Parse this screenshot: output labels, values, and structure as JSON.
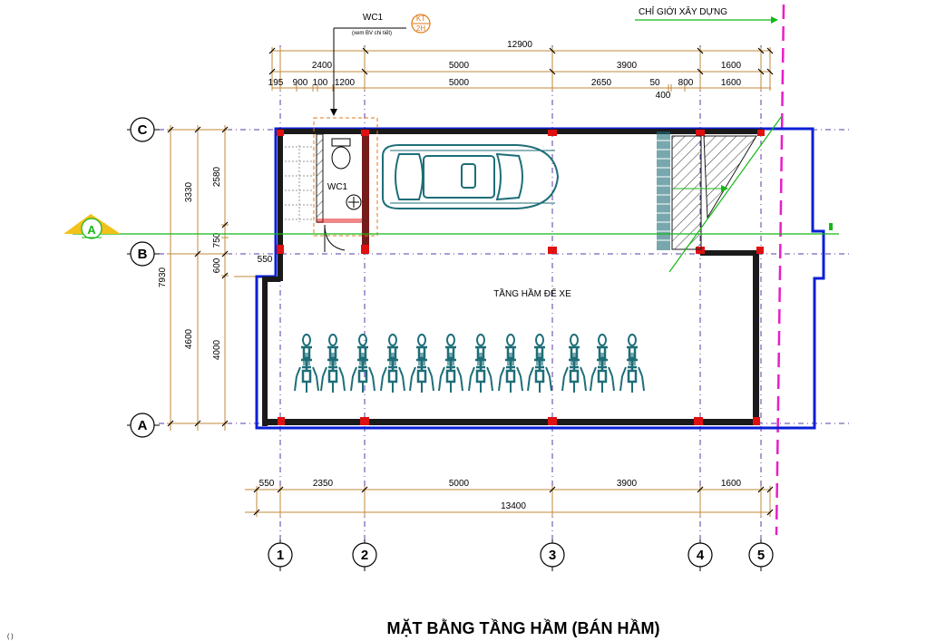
{
  "drawing": {
    "title": "MẶT BẰNG TẦNG HẦM (BÁN HẦM)",
    "room_label": "TẦNG HẦM ĐỂ XE",
    "wc_label": "WC1",
    "wc_callout": "WC1",
    "wc_callout_note": "(xem BV chi tiết)",
    "kt_tag_top": "KT",
    "kt_tag_bottom": "2H",
    "setback_label": "CHỈ GIỚI XÂY DỰNG",
    "section_marker": "A",
    "corner_mark": "( )"
  },
  "dimensions": {
    "top_overall": "12900",
    "top_row1": [
      "2400",
      "5000",
      "3900",
      "1600"
    ],
    "top_row2": [
      "195",
      "900",
      "100",
      "1200",
      "5000",
      "2650",
      "50",
      "800",
      "1600"
    ],
    "top_row2_extra": "400",
    "bottom_row1": [
      "550",
      "2350",
      "5000",
      "3900",
      "1600"
    ],
    "bottom_overall": "13400",
    "left_outer": [
      "3330",
      "4600"
    ],
    "left_overall": "7930",
    "left_inner": [
      "2580",
      "750",
      "600",
      "4000"
    ],
    "left_step": "550"
  },
  "axes": {
    "columns": [
      "1",
      "2",
      "3",
      "4",
      "5"
    ],
    "rows": [
      "C",
      "B",
      "A"
    ]
  },
  "colors": {
    "outline": "#0a1fd6",
    "wall": "#1a1a1a",
    "column": "#e01010",
    "grid": "#5a3aa8",
    "setback": "#e81ec8",
    "green": "#14b814",
    "dim": "#c08a3a",
    "vehicle": "#1e6e78"
  }
}
